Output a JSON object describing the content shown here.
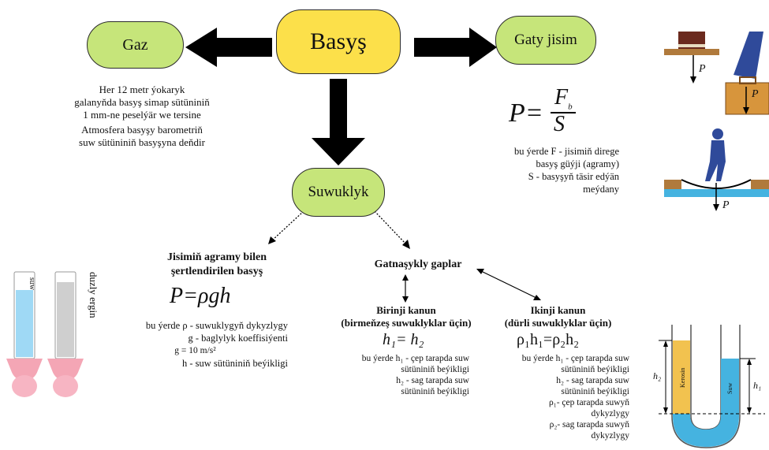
{
  "nodes": {
    "center": "Basyş",
    "left": "Gaz",
    "right": "Gaty jisim",
    "bottom": "Suwuklyk"
  },
  "gas": {
    "line1": "Her 12 metr ýokaryk",
    "line2": "galanyňda basyş simap sütüniniň",
    "line3": "1 mm-ne peselýär we tersine",
    "line4": "Atmosfera basyşy barometriň",
    "line5": "suw sütüniniň basyşyna deňdir"
  },
  "solid": {
    "formula_lhs": "P=",
    "formula_num": "F",
    "formula_num_sub": "b",
    "formula_den": "S",
    "desc1": "bu ýerde F  - jisimiň direge",
    "desc2": "basyş güýji (agramy)",
    "desc3": "S - basyşyň täsir edýän",
    "desc4": "meýdany"
  },
  "weight_pressure": {
    "title1": "Jisimiň agramy bilen",
    "title2": "şertlendirilen basyş",
    "formula": "P=ρgh",
    "d1": "bu ýerde ρ - suwuklygyň dykyzlygy",
    "d2": "g - baglylyk koeffisiýenti",
    "d3": "g = 10 m/s²",
    "d4": "h - suw sütüniniň beýikligi"
  },
  "vessels": {
    "title": "Gatnaşykly gaplar",
    "law1_title1": "Birinji kanun",
    "law1_title2": "(birmeňzeş suwuklyklar üçin)",
    "law1_formula": "h₁= h₂",
    "law1_d1": "bu ýerde h₁ - çep tarapda suw",
    "law1_d2": "sütüniniň beýikligi",
    "law1_d3": "h₂ - sag tarapda suw",
    "law1_d4": "sütüniniň beýikligi",
    "law2_title1": "Ikinji kanun",
    "law2_title2": "(dürli suwuklyklar üçin)",
    "law2_formula": "ρ₁h₁=ρ₂h₂",
    "law2_d1": "bu ýerde h₁ - çep tarapda suw",
    "law2_d2": "sütüniniň beýikligi",
    "law2_d3": "h₂ - sag tarapda suw",
    "law2_d4": "sütüniniň beýikligi",
    "law2_d5": "ρ₁- çep tarapda suwyň",
    "law2_d6": "dykyzlygy",
    "law2_d7": "ρ₂- sag tarapda suwyň",
    "law2_d8": "dykyzlygy"
  },
  "tubes": {
    "left_label": "suw",
    "right_label": "duzly ergin"
  },
  "utube": {
    "h2": "h₂",
    "h1": "h₁",
    "kerosin": "Kerosin",
    "suw": "Suw"
  },
  "figure_labels": {
    "p1": "P",
    "p2": "P",
    "p3": "P"
  },
  "colors": {
    "green": "#c6e57a",
    "yellow": "#fce04a",
    "water": "#45b3e0",
    "kerosene": "#f2c24f"
  }
}
